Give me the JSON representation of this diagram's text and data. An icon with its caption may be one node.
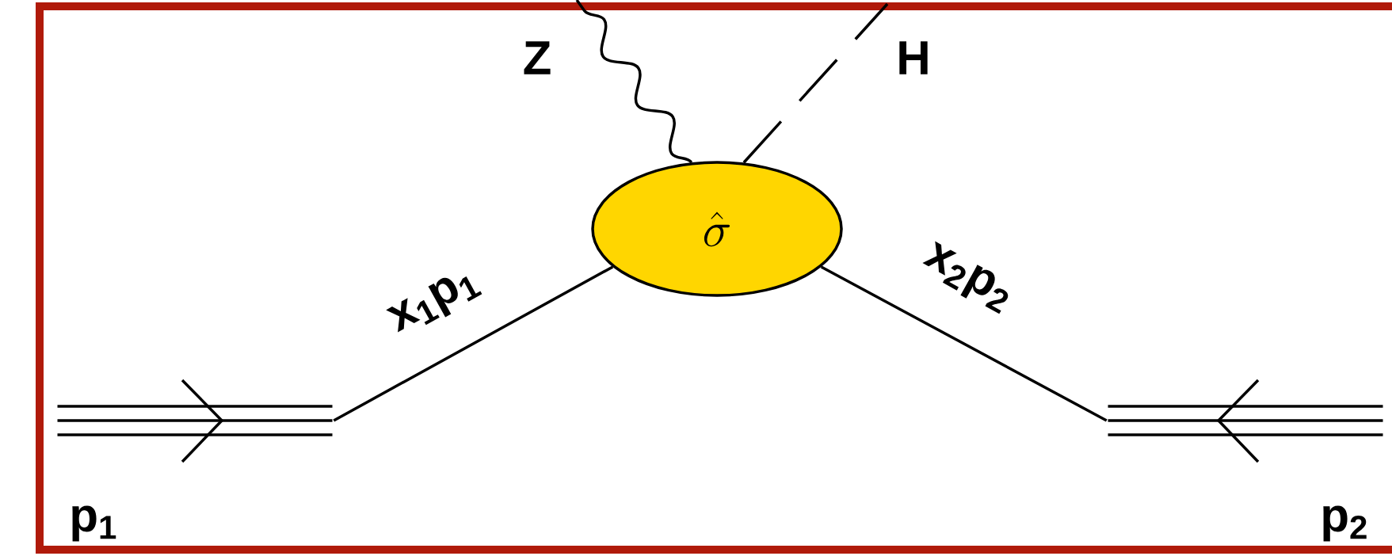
{
  "diagram": {
    "nodes": [
      {
        "text": [],
        "shape": "bar",
        "beside": [
          "p$_{1}$"
        ]
      },
      {
        "text": [
          "\\hat{\\sigma}"
        ]
      },
      {
        "text": [],
        "shape": "bar",
        "beside": [
          "p$_{2}$"
        ]
      }
    ],
    "edges": [
      {
        "from": 0,
        "to": 1,
        "arrow": "none",
        "label": "x$_{1}$p$_{1}$"
      },
      {
        "from": 2,
        "to": 1,
        "arrow": "none",
        "label": "x$_{2}$p$_{2}$"
      },
      {
        "from": 1,
        "to": null,
        "arrow": "none",
        "label": "Z"
      },
      {
        "from": 1,
        "to": null,
        "arrow": "none",
        "label": "H",
        "style": "dashed"
      }
    ]
  }
}
